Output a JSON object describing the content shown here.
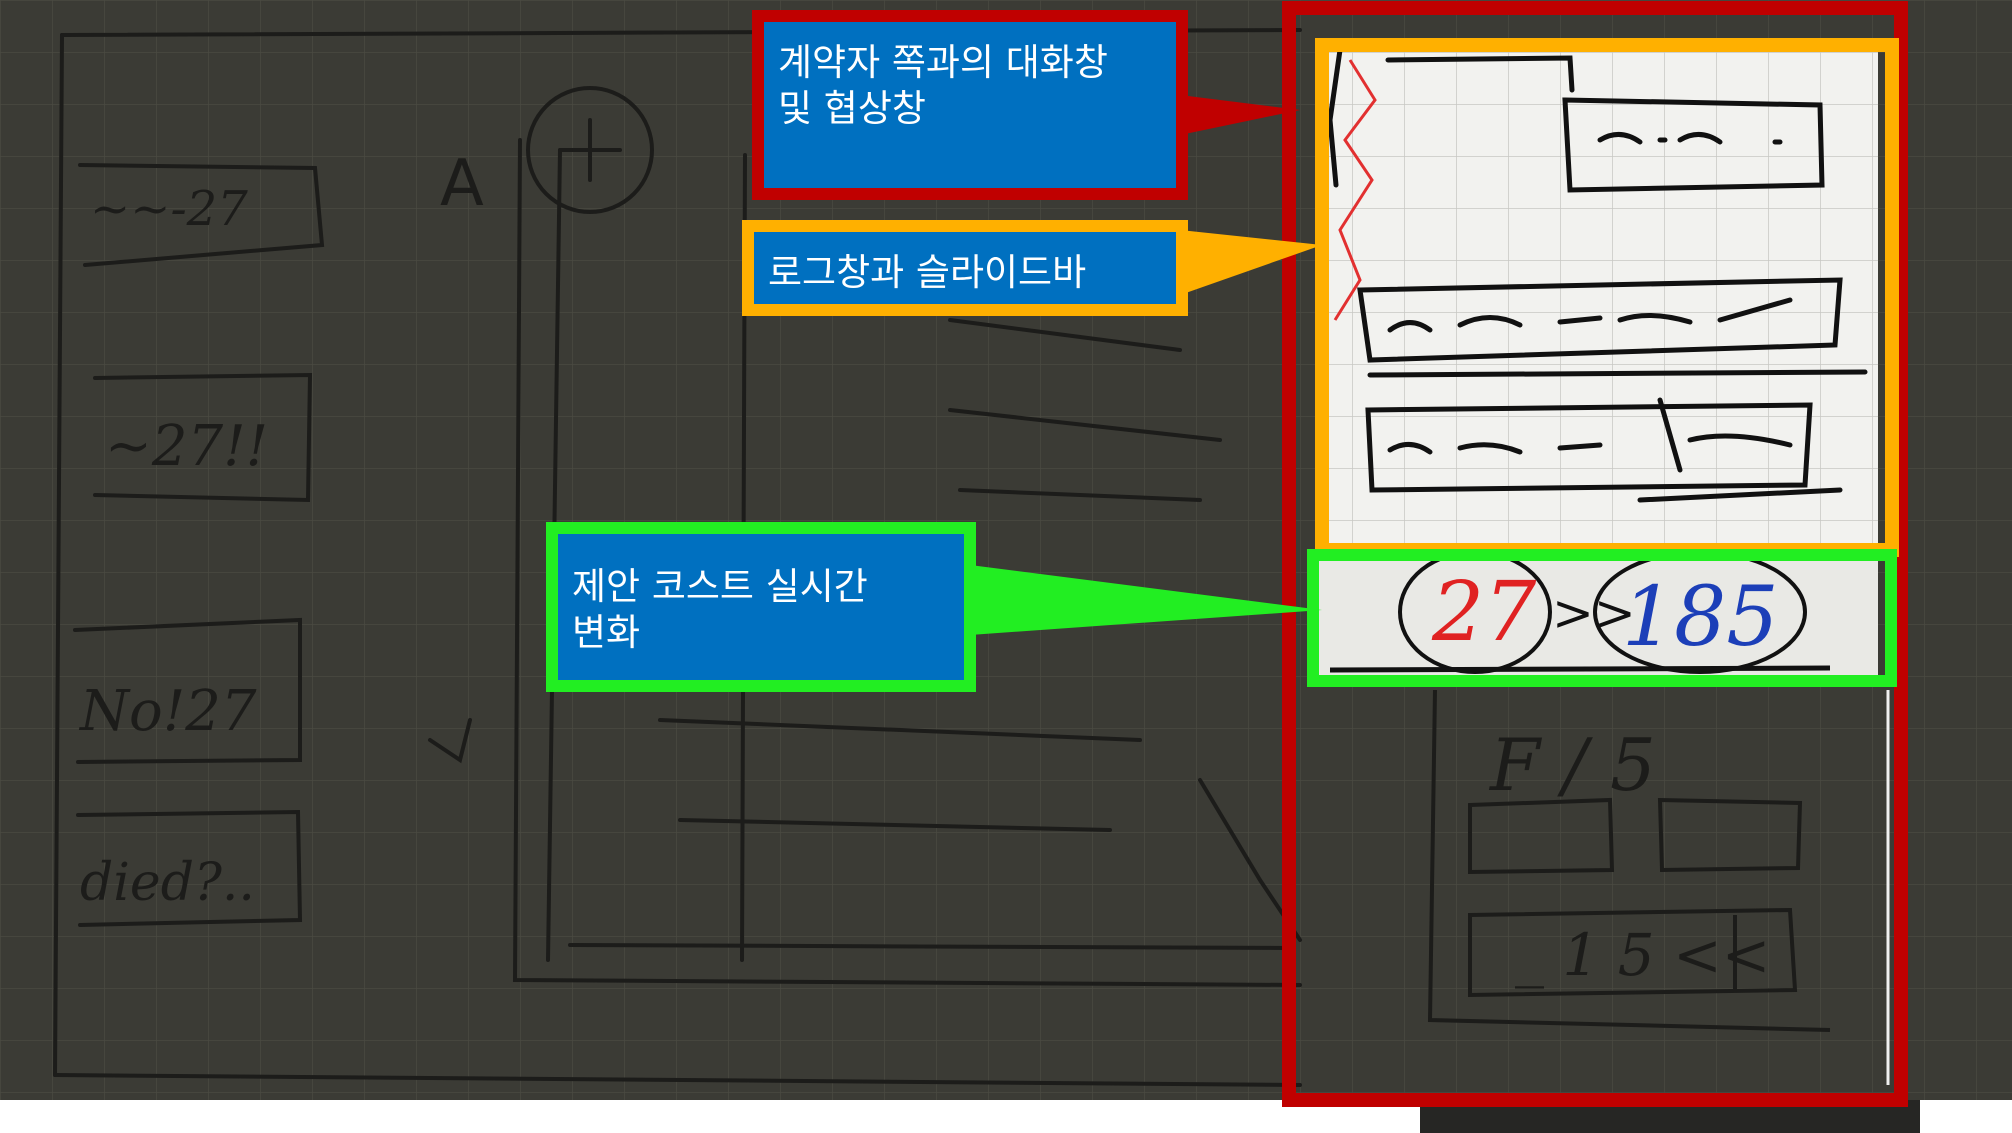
{
  "callouts": {
    "dialog": {
      "line1": "계약자 쪽과의 대화창",
      "line2": "및 협상창",
      "color": "#c00000"
    },
    "log": {
      "text": "로그창과 슬라이드바",
      "color": "#ffb000"
    },
    "cost": {
      "line1": "제안 코스트 실시간",
      "line2": "변화",
      "color": "#22ee22"
    }
  },
  "sketch": {
    "left_cards": [
      "~~-27",
      "~27!!",
      "No!27",
      "died?.."
    ],
    "side_letter_a": "A",
    "cost_before": "27",
    "cost_after": "185",
    "cost_arrow": ">>",
    "fraction": "F / 5",
    "pager": "_ 1 5 <<",
    "callout_fill": "#0070c0",
    "background": "#3b3b35"
  }
}
